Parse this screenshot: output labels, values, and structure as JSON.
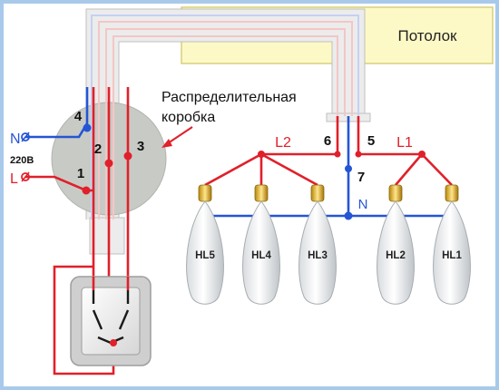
{
  "ceiling": {
    "label": "Потолок"
  },
  "junction_box": {
    "label_line1": "Распределительная",
    "label_line2": "коробка"
  },
  "supply": {
    "neutral": "N",
    "line": "L",
    "voltage": "220В"
  },
  "terminals": {
    "t1": "1",
    "t2": "2",
    "t3": "3",
    "t4": "4",
    "t5": "5",
    "t6": "6",
    "t7": "7"
  },
  "groups": {
    "g1": "L1",
    "g2": "L2",
    "neutral": "N"
  },
  "lamps": [
    "HL5",
    "HL4",
    "HL3",
    "HL2",
    "HL1"
  ],
  "colors": {
    "background": "#ffffff",
    "frame": "#a9c9ea",
    "phase": "#e0202a",
    "neutral": "#2455d4",
    "wire_sleeve": "#e8e8e8",
    "ceiling_fill": "#fdf9c6",
    "ceiling_border": "#d8cf7a",
    "box_fill": "#c8cbc5",
    "switch_frame": "#cfcfcf"
  }
}
